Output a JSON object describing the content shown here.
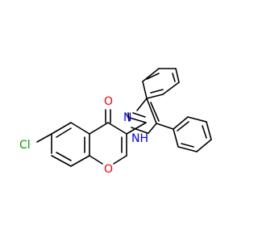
{
  "molecule": {
    "atoms": {
      "chlorine": {
        "label": "Cl",
        "color": "#00a000"
      },
      "carbonyl_oxygen": {
        "label": "O",
        "color": "#ff0000"
      },
      "ring_oxygen": {
        "label": "O",
        "color": "#ff0000"
      },
      "imine_nitrogen": {
        "label": "N",
        "color": "#0000ff"
      },
      "amine_nitrogen": {
        "label": "NH",
        "color": "#0000ff"
      }
    },
    "bond_color": "#000000"
  }
}
